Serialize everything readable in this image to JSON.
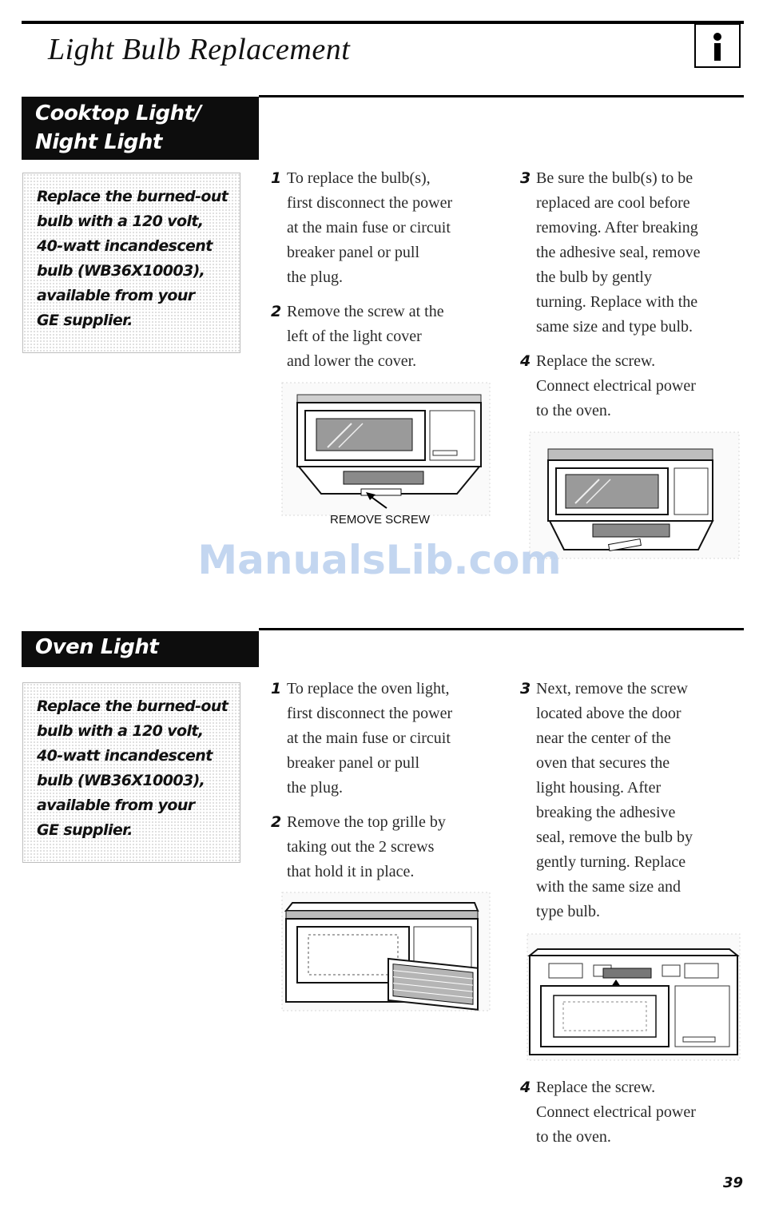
{
  "page": {
    "title": "Light Bulb Replacement",
    "page_number": "39",
    "watermark": "ManualsLib.com",
    "info_icon": "info-icon"
  },
  "sections": [
    {
      "heading": "Cooktop Light/\nNight Light",
      "note": "Replace the burned-out\nbulb with a 120 volt,\n40-watt incandescent\nbulb (WB36X10003),\navailable from your\nGE supplier.",
      "steps": [
        {
          "num": "1",
          "text": "To replace the bulb(s),\nfirst disconnect the power\nat the main fuse or circuit\nbreaker panel or pull\nthe plug."
        },
        {
          "num": "2",
          "text": "Remove the screw at the\nleft of the light cover\nand lower the cover."
        },
        {
          "num": "3",
          "text": "Be sure the bulb(s) to be\nreplaced are cool before\nremoving. After breaking\nthe adhesive seal, remove\nthe bulb by gently\nturning. Replace with the\nsame size and type bulb."
        },
        {
          "num": "4",
          "text": "Replace the screw.\nConnect electrical power\nto the oven."
        }
      ],
      "illustration_caption": "REMOVE SCREW"
    },
    {
      "heading": "Oven Light",
      "note": "Replace the burned-out\nbulb with a 120 volt,\n40-watt incandescent\nbulb (WB36X10003),\navailable from your\nGE supplier.",
      "steps": [
        {
          "num": "1",
          "text": "To replace the oven light,\nfirst disconnect the power\nat the main fuse or circuit\nbreaker panel or pull\nthe plug."
        },
        {
          "num": "2",
          "text": "Remove the top grille by\ntaking out the 2 screws\nthat hold it in place."
        },
        {
          "num": "3",
          "text": "Next, remove the screw\nlocated above the door\nnear the center of the\noven that secures the\nlight housing. After\nbreaking the adhesive\nseal, remove the bulb by\ngently turning. Replace\nwith the same size and\ntype bulb."
        },
        {
          "num": "4",
          "text": "Replace the screw.\nConnect electrical power\nto the oven."
        }
      ]
    }
  ]
}
